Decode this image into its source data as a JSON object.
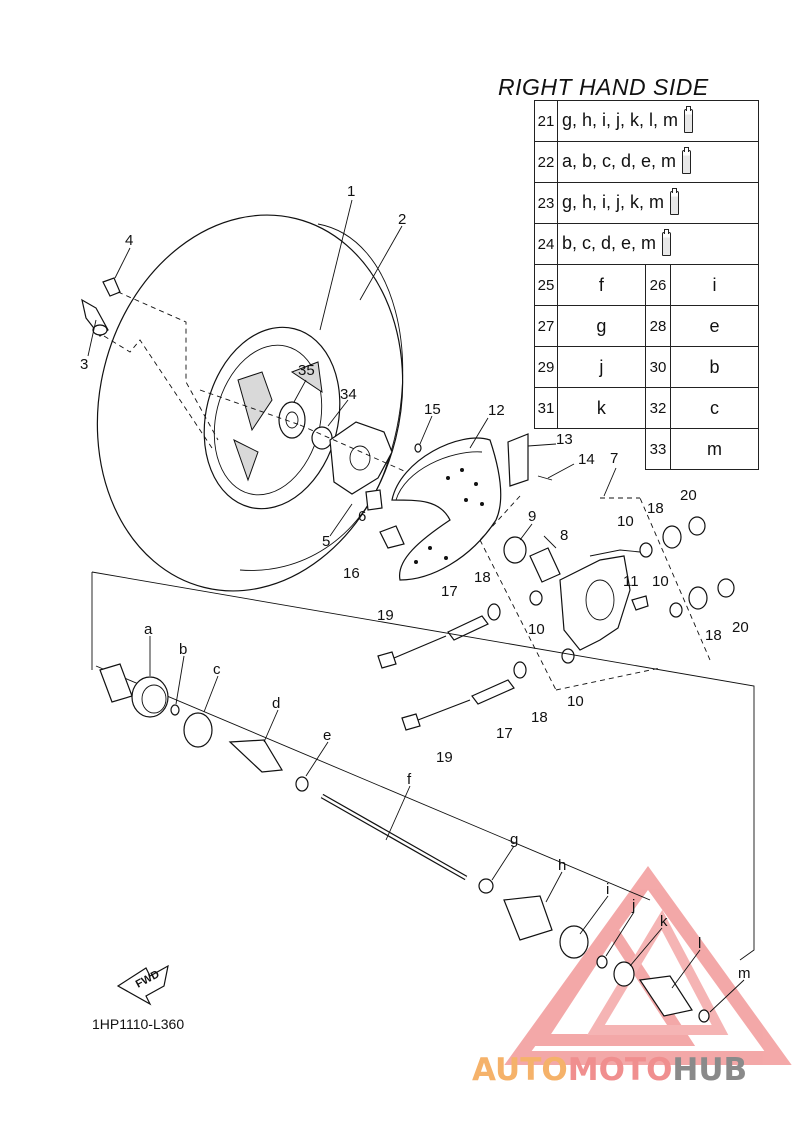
{
  "header": {
    "title": "RIGHT HAND SIDE"
  },
  "table": {
    "rows": [
      {
        "no": "21",
        "parts": "g, h, i, j, k, l, m",
        "icon": "grease-tube-icon"
      },
      {
        "no": "22",
        "parts": "a, b, c, d, e, m",
        "icon": "grease-tube-icon"
      },
      {
        "no": "23",
        "parts": "g, h, i, j, k, m",
        "icon": "grease-tube-icon"
      },
      {
        "no": "24",
        "parts": "b, c, d, e, m",
        "icon": "grease-tube-icon"
      }
    ],
    "pairs": [
      [
        {
          "no": "25",
          "part": "f"
        },
        {
          "no": "26",
          "part": "i"
        }
      ],
      [
        {
          "no": "27",
          "part": "g"
        },
        {
          "no": "28",
          "part": "e"
        }
      ],
      [
        {
          "no": "29",
          "part": "j"
        },
        {
          "no": "30",
          "part": "b"
        }
      ],
      [
        {
          "no": "31",
          "part": "k"
        },
        {
          "no": "32",
          "part": "c"
        }
      ]
    ],
    "last": {
      "no": "33",
      "part": "m"
    }
  },
  "callouts": {
    "c1": "1",
    "c2": "2",
    "c3": "3",
    "c4": "4",
    "c5": "5",
    "c6": "6",
    "c7": "7",
    "c8": "8",
    "c9": "9",
    "c10a": "10",
    "c10b": "10",
    "c10c": "10",
    "c10d": "10",
    "c11": "11",
    "c12": "12",
    "c13": "13",
    "c14": "14",
    "c15": "15",
    "c16": "16",
    "c17a": "17",
    "c17b": "17",
    "c18a": "18",
    "c18b": "18",
    "c18c": "18",
    "c18d": "18",
    "c19a": "19",
    "c19b": "19",
    "c20a": "20",
    "c20b": "20",
    "c34": "34",
    "c35": "35",
    "la": "a",
    "lb": "b",
    "lc": "c",
    "ld": "d",
    "le": "e",
    "lf": "f",
    "lg": "g",
    "lh": "h",
    "li": "i",
    "lj": "j",
    "lk": "k",
    "ll": "l",
    "lm": "m"
  },
  "footer": {
    "code": "1HP1110-L360",
    "fwd": "FWD"
  },
  "watermark": {
    "word1": "AUTO",
    "word2": "MOTO",
    "word3": "HUB",
    "colors": {
      "orange": "#f5b26a",
      "red": "#f08f8f",
      "gray": "#8a8a8a"
    }
  }
}
